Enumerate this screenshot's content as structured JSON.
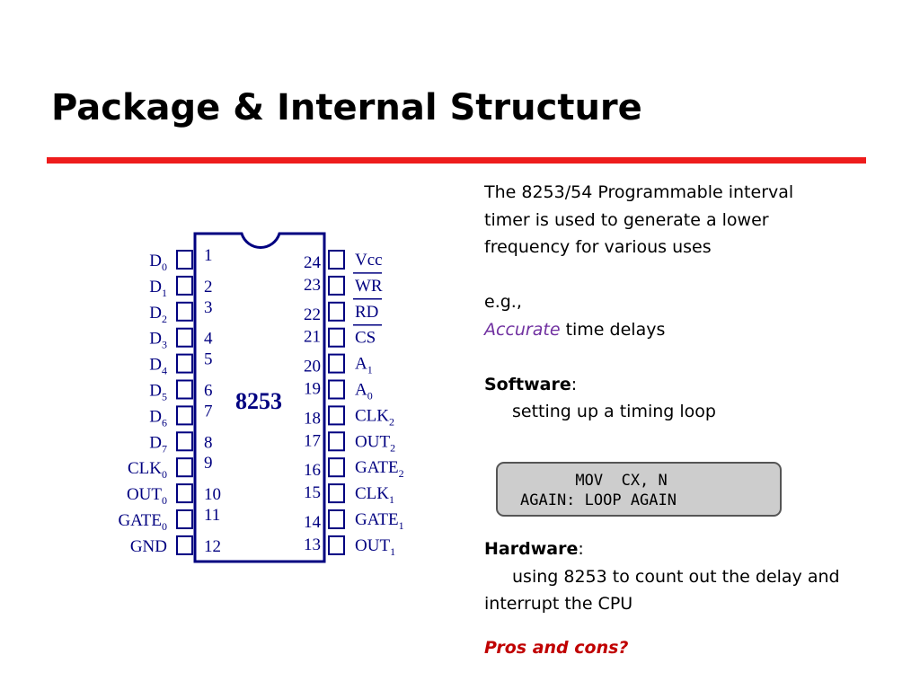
{
  "slide": {
    "title": "Package & Internal Structure",
    "title_rule_color": "#ee1c1c"
  },
  "chip": {
    "label": "8253",
    "color": "#000080",
    "left_pins": [
      {
        "num": "1",
        "name": "D",
        "sub": "0"
      },
      {
        "num": "2",
        "name": "D",
        "sub": "1"
      },
      {
        "num": "3",
        "name": "D",
        "sub": "2"
      },
      {
        "num": "4",
        "name": "D",
        "sub": "3"
      },
      {
        "num": "5",
        "name": "D",
        "sub": "4"
      },
      {
        "num": "6",
        "name": "D",
        "sub": "5"
      },
      {
        "num": "7",
        "name": "D",
        "sub": "6"
      },
      {
        "num": "8",
        "name": "D",
        "sub": "7"
      },
      {
        "num": "9",
        "name": "CLK",
        "sub": "0"
      },
      {
        "num": "10",
        "name": "OUT",
        "sub": "0"
      },
      {
        "num": "11",
        "name": "GATE",
        "sub": "0"
      },
      {
        "num": "12",
        "name": "GND",
        "sub": ""
      }
    ],
    "right_pins": [
      {
        "num": "24",
        "name": "Vcc",
        "sub": "",
        "overbar": false
      },
      {
        "num": "23",
        "name": "WR",
        "sub": "",
        "overbar": true
      },
      {
        "num": "22",
        "name": "RD",
        "sub": "",
        "overbar": true
      },
      {
        "num": "21",
        "name": "CS",
        "sub": "",
        "overbar": true
      },
      {
        "num": "20",
        "name": "A",
        "sub": "1",
        "overbar": false
      },
      {
        "num": "19",
        "name": "A",
        "sub": "0",
        "overbar": false
      },
      {
        "num": "18",
        "name": "CLK",
        "sub": "2",
        "overbar": false
      },
      {
        "num": "17",
        "name": "OUT",
        "sub": "2",
        "overbar": false
      },
      {
        "num": "16",
        "name": "GATE",
        "sub": "2",
        "overbar": false
      },
      {
        "num": "15",
        "name": "CLK",
        "sub": "1",
        "overbar": false
      },
      {
        "num": "14",
        "name": "GATE",
        "sub": "1",
        "overbar": false
      },
      {
        "num": "13",
        "name": "OUT",
        "sub": "1",
        "overbar": false
      }
    ]
  },
  "description": {
    "intro": "The 8253/54 Programmable interval timer is used to generate a lower frequency for various uses",
    "eg": "e.g.,",
    "accurate": "Accurate",
    "time_delays": " time delays",
    "accent_color": "#7030a0",
    "software_label": "Software",
    "colon": ":",
    "software_text": "setting up a timing loop",
    "code_lines": [
      "      MOV  CX, N",
      "AGAIN: LOOP AGAIN"
    ],
    "hardware_label": "Hardware",
    "hardware_text": "using 8253 to count out the delay and interrupt the CPU",
    "pros_cons": "Pros and cons?",
    "pros_cons_color": "#c00000"
  }
}
